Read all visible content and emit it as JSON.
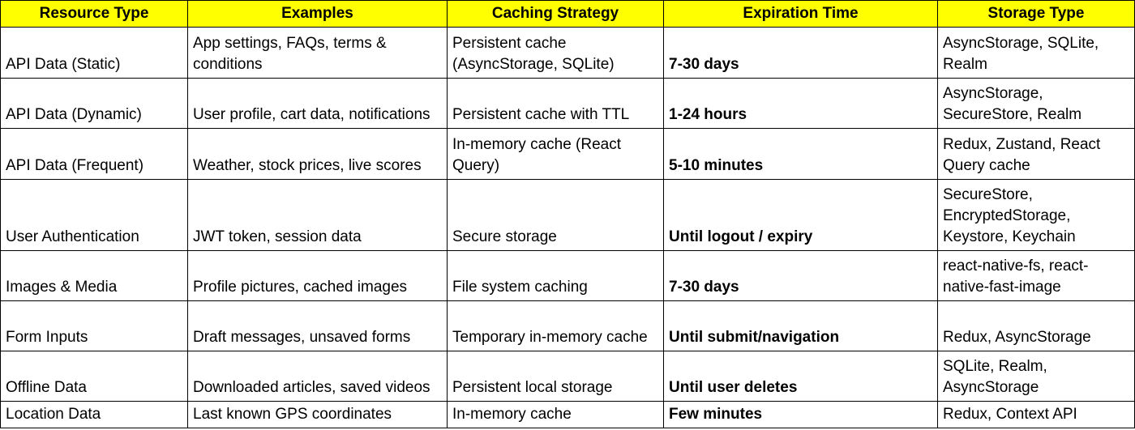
{
  "table": {
    "header_bg": "#ffff00",
    "headers": [
      "Resource Type",
      "Examples",
      "Caching Strategy",
      "Expiration Time",
      "Storage Type"
    ],
    "rows": [
      {
        "resource": "API Data (Static)",
        "examples": "App settings, FAQs, terms & conditions",
        "strategy": "Persistent cache (AsyncStorage, SQLite)",
        "expiration": "7-30 days",
        "storage": "AsyncStorage, SQLite, Realm"
      },
      {
        "resource": "API Data (Dynamic)",
        "examples": "User profile, cart data, notifications",
        "strategy": "Persistent cache with TTL",
        "expiration": "1-24 hours",
        "storage": "AsyncStorage, SecureStore, Realm"
      },
      {
        "resource": "API Data (Frequent)",
        "examples": "Weather, stock prices, live scores",
        "strategy": "In-memory cache (React Query)",
        "expiration": "5-10 minutes",
        "storage": "Redux, Zustand, React Query cache"
      },
      {
        "resource": "User Authentication",
        "examples": "JWT token, session data",
        "strategy": "Secure storage",
        "expiration": "Until logout / expiry",
        "storage": "SecureStore, EncryptedStorage, Keystore, Keychain"
      },
      {
        "resource": "Images & Media",
        "examples": "Profile pictures, cached images",
        "strategy": "File system caching",
        "expiration": "7-30 days",
        "storage": "react-native-fs, react-native-fast-image"
      },
      {
        "resource": "Form Inputs",
        "examples": "Draft messages, unsaved forms",
        "strategy": "Temporary in-memory cache",
        "expiration": "Until submit/navigation",
        "storage": "Redux, AsyncStorage"
      },
      {
        "resource": "Offline Data",
        "examples": "Downloaded articles, saved videos",
        "strategy": "Persistent local storage",
        "expiration": "Until user deletes",
        "storage": "SQLite, Realm, AsyncStorage"
      },
      {
        "resource": "Location Data",
        "examples": "Last known GPS coordinates",
        "strategy": "In-memory cache",
        "expiration": "Few minutes",
        "storage": "Redux, Context API"
      }
    ]
  }
}
